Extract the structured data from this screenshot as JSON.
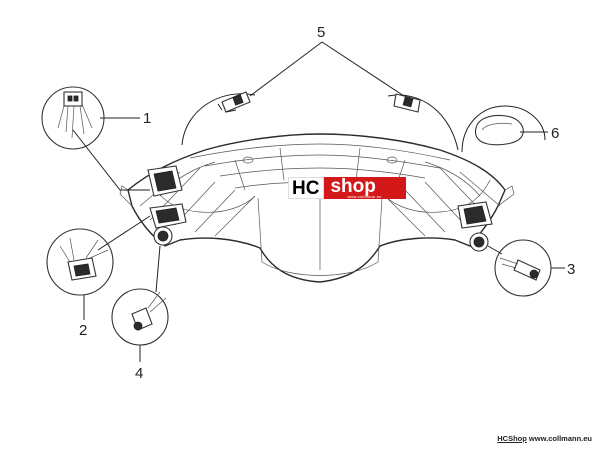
{
  "diagram": {
    "callouts": [
      {
        "id": "1",
        "label": "1"
      },
      {
        "id": "2",
        "label": "2"
      },
      {
        "id": "3",
        "label": "3"
      },
      {
        "id": "4",
        "label": "4"
      },
      {
        "id": "5",
        "label": "5"
      },
      {
        "id": "6",
        "label": "6"
      }
    ]
  },
  "logo": {
    "hc": "HC",
    "shop": "shop",
    "tagline": "www.collmann.eu"
  },
  "footer": {
    "brand": "HCShop",
    "url": "www.collmann.eu"
  },
  "colors": {
    "logo_red": "#d21818",
    "line": "#222222"
  }
}
